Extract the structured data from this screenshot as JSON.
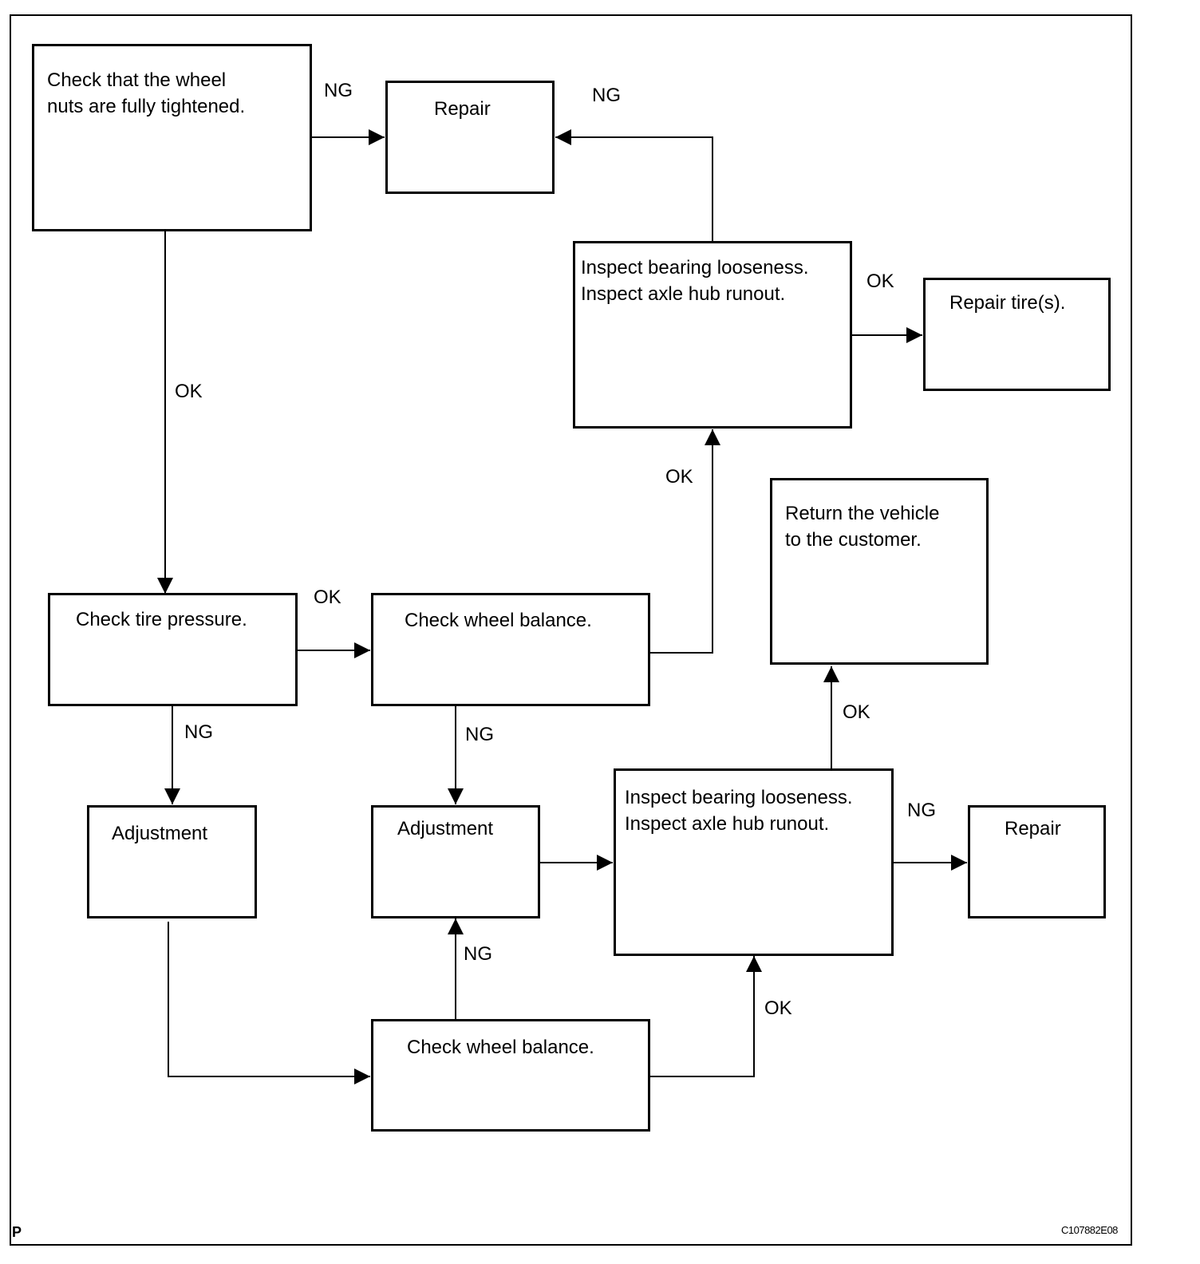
{
  "boxes": {
    "check_wheel_nuts": "Check that the wheel\nnuts are fully tightened.",
    "repair_top": "Repair",
    "inspect_bearing_top": "Inspect bearing looseness.\nInspect axle hub runout.",
    "repair_tires": "Repair tire(s).",
    "return_vehicle": "Return the vehicle\nto the customer.",
    "check_tire_pressure": "Check tire pressure.",
    "check_wheel_balance_mid": "Check wheel balance.",
    "adjustment_left": "Adjustment",
    "adjustment_mid": "Adjustment",
    "inspect_bearing_bottom": "Inspect bearing looseness.\nInspect axle hub runout.",
    "repair_bottom": "Repair",
    "check_wheel_balance_bottom": "Check wheel balance."
  },
  "labels": {
    "nuts_to_repair": "NG",
    "bearing_top_to_repair": "NG",
    "bearing_top_to_tires": "OK",
    "nuts_to_pressure": "OK",
    "balance_mid_to_bearing_top": "OK",
    "pressure_to_balance": "OK",
    "pressure_to_adjustment": "NG",
    "balance_mid_to_adjustment": "NG",
    "bearing_bottom_to_return": "OK",
    "bearing_bottom_to_repair": "NG",
    "balance_bottom_to_adjustment": "NG",
    "balance_bottom_to_bearing": "OK"
  },
  "footer": {
    "corner_mark": "P",
    "figure_code": "C107882E08"
  }
}
